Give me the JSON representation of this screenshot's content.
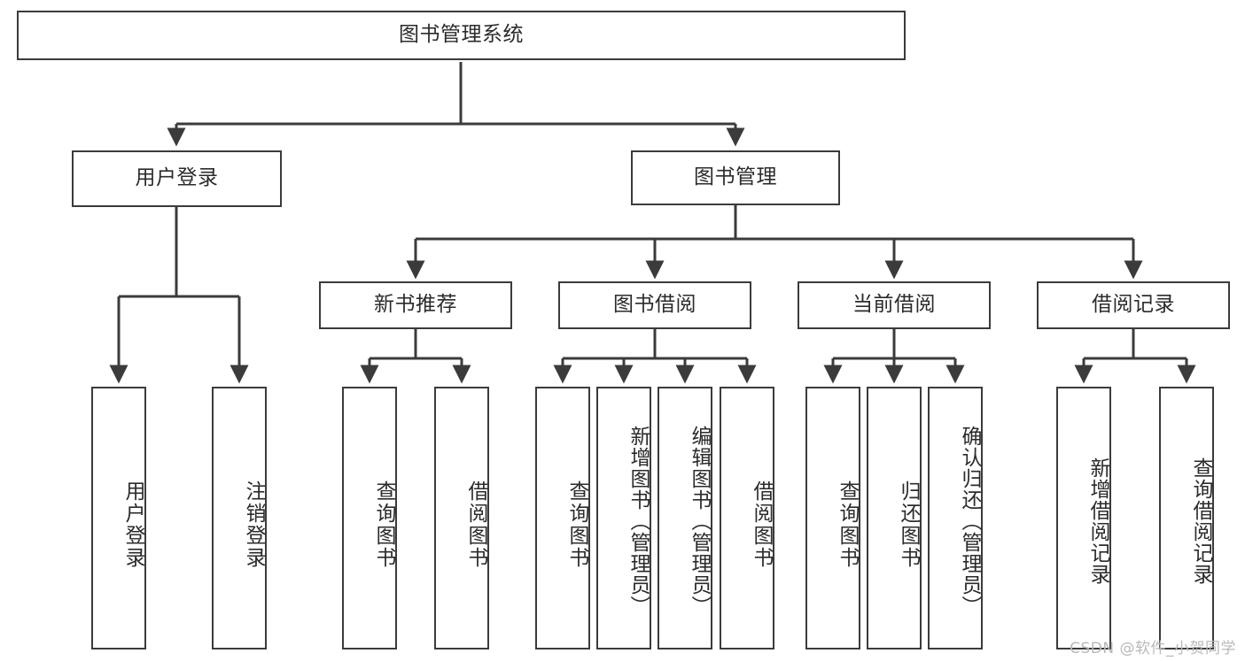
{
  "diagram": {
    "type": "tree-hierarchy",
    "title": "图书管理系统",
    "watermark": "CSDN @软件_小贺同学",
    "colors": {
      "stroke": "#3b3b3b",
      "fill": "#ffffff",
      "text": "#2b2b2b",
      "watermark": "#b9b9b9"
    },
    "nodes": {
      "root": {
        "label": "图书管理系统",
        "orientation": "horizontal"
      },
      "level1": [
        {
          "label": "用户登录",
          "orientation": "horizontal"
        },
        {
          "label": "图书管理",
          "orientation": "horizontal"
        }
      ],
      "level2": [
        {
          "label": "新书推荐",
          "orientation": "horizontal"
        },
        {
          "label": "图书借阅",
          "orientation": "horizontal"
        },
        {
          "label": "当前借阅",
          "orientation": "horizontal"
        },
        {
          "label": "借阅记录",
          "orientation": "horizontal"
        }
      ],
      "leaves_user_login": [
        {
          "label": "用户登录",
          "orientation": "vertical"
        },
        {
          "label": "注销登录",
          "orientation": "vertical"
        }
      ],
      "leaves_new_books": [
        {
          "label": "查询图书",
          "orientation": "vertical"
        },
        {
          "label": "借阅图书",
          "orientation": "vertical"
        }
      ],
      "leaves_book_borrow": [
        {
          "label": "查询图书",
          "orientation": "vertical"
        },
        {
          "label": "新增图书（管理员）",
          "orientation": "vertical"
        },
        {
          "label": "编辑图书（管理员）",
          "orientation": "vertical"
        },
        {
          "label": "借阅图书",
          "orientation": "vertical"
        }
      ],
      "leaves_current_borrow": [
        {
          "label": "查询图书",
          "orientation": "vertical"
        },
        {
          "label": "归还图书",
          "orientation": "vertical"
        },
        {
          "label": "确认归还（管理员）",
          "orientation": "vertical"
        }
      ],
      "leaves_borrow_records": [
        {
          "label": "新增借阅记录",
          "orientation": "vertical"
        },
        {
          "label": "查询借阅记录",
          "orientation": "vertical"
        }
      ]
    }
  }
}
